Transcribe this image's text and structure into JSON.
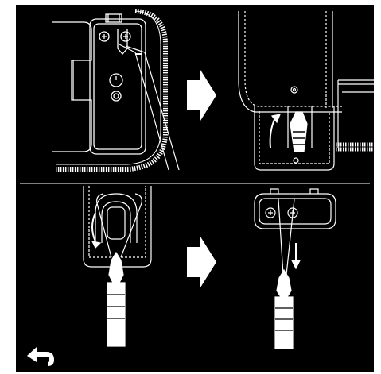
{
  "screen": {
    "title": "",
    "background_color": "#000000",
    "line_color": "#ffffff"
  },
  "steps": [
    {
      "name": "attach-strap-to-device",
      "illustration": "strap-through-clip"
    },
    {
      "name": "insert-device-into-pocket",
      "illustration": "pocket-with-clip"
    },
    {
      "name": "loop-strap-around-holder",
      "illustration": "strap-loop-buckle"
    },
    {
      "name": "pull-strap-tight",
      "illustration": "tightened-buckle"
    }
  ],
  "arrows": [
    "right-arrow-top",
    "right-arrow-bottom"
  ],
  "navigation": {
    "back_icon": "back-arrow-icon"
  }
}
